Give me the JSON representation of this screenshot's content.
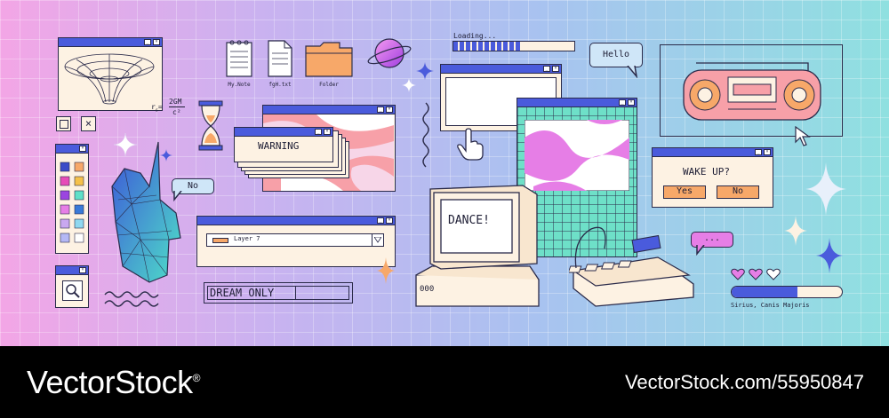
{
  "formula": {
    "r": "r",
    "sub": "s",
    "eq": "=",
    "num": "2GM",
    "den": "c²"
  },
  "desktop_icons": [
    {
      "label": "My.Note"
    },
    {
      "label": "fgH.txt"
    },
    {
      "label": "Folder"
    }
  ],
  "loading": {
    "label": "Loading...",
    "progress": 0.55
  },
  "hello_bubble": "Hello",
  "warning_window": {
    "title": "WARNING"
  },
  "no_bubble": "No",
  "layer_window": {
    "field_value": "Layer 7"
  },
  "dream_label": "DREAM ONLY",
  "computer_screen": "DANCE!",
  "computer_label": "000",
  "wake_dialog": {
    "message": "WAKE UP?",
    "yes": "Yes",
    "no": "No"
  },
  "chat_bubble": "...",
  "hearts": {
    "filled": 2,
    "total": 3
  },
  "sirius_progress": {
    "label": "Sirius, Canis Majoris",
    "progress": 0.6
  },
  "footer": {
    "brand": "VectorStock",
    "brand_mark": "®",
    "image_id": "VectorStock.com/55950847"
  },
  "colors": {
    "titlebar": "#4a5bdc",
    "accent_orange": "#f7a869",
    "accent_pink": "#e67ee6",
    "outline": "#2b2b4a"
  }
}
